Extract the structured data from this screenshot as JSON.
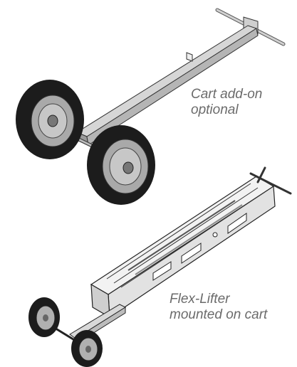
{
  "captions": {
    "cart_addon": {
      "line1": "Cart add-on",
      "line2": "optional"
    },
    "flex_lifter": {
      "line1": "Flex-Lifter",
      "line2": "mounted on cart"
    }
  },
  "colors": {
    "caption_text": "#6b6b6b",
    "tire": "#1c1c1c",
    "rim": "#a9a9a9",
    "frame": "#d9d9d9",
    "outline": "#222222"
  }
}
